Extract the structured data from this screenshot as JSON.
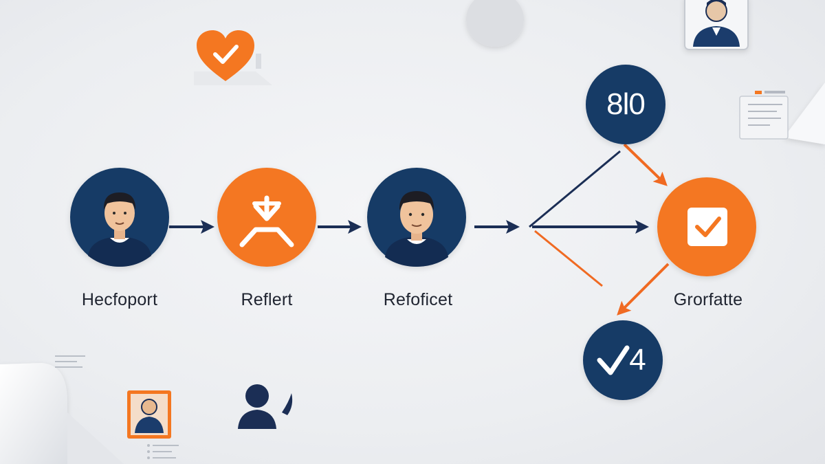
{
  "nodes": [
    {
      "label": "Hecfoport"
    },
    {
      "label": "Reflert"
    },
    {
      "label": "Refoficet"
    },
    {
      "label": "Grorfatte"
    }
  ],
  "badges": [
    {
      "text": "8l0"
    },
    {
      "text": "4"
    }
  ],
  "colors": {
    "navy": "#173a66",
    "orange": "#f47721",
    "arrow_navy": "#1b2e55",
    "arrow_orange": "#f06a22",
    "background": "#eef0f3"
  },
  "icons": [
    "person-icon",
    "merge-arrow-icon",
    "checkbox-check-icon",
    "heart-check-icon",
    "document-icon",
    "id-card-icon",
    "checkmark-icon"
  ]
}
